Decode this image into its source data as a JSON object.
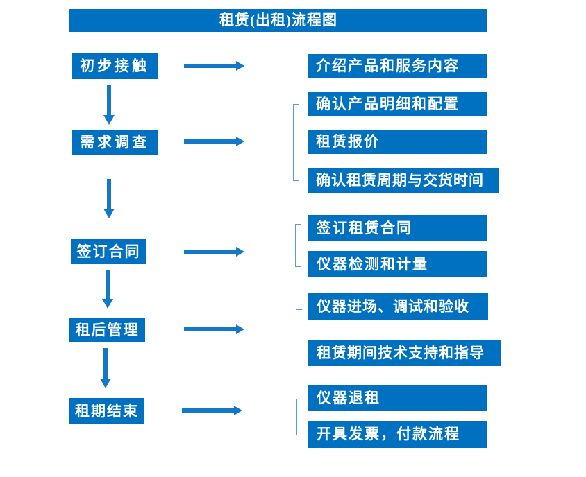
{
  "title": "租赁(出租)流程图",
  "colors": {
    "box_fill": "#0070C0",
    "arrow": "#1478C8",
    "bracket": "#5B9BD5",
    "text": "#FFFFFF",
    "background": "#FFFFFF"
  },
  "steps": [
    {
      "label": "初步接触",
      "outputs": [
        "介绍产品和服务内容"
      ]
    },
    {
      "label": "需求调查",
      "outputs": [
        "确认产品明细和配置",
        "租赁报价",
        "确认租赁周期与交货时间"
      ]
    },
    {
      "label": "签订合同",
      "outputs": [
        "签订租赁合同",
        "仪器检测和计量"
      ]
    },
    {
      "label": "租后管理",
      "outputs": [
        "仪器进场、调试和验收",
        "租赁期间技术支持和指导"
      ]
    },
    {
      "label": "租期结束",
      "outputs": [
        "仪器退租",
        "开具发票，付款流程"
      ]
    }
  ]
}
